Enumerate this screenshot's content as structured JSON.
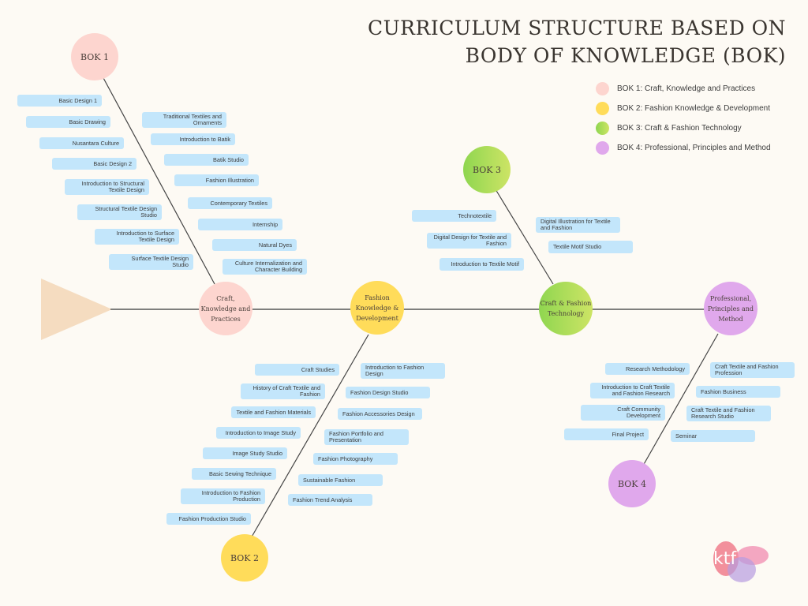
{
  "title": {
    "line1": "CURRICULUM STRUCTURE BASED ON",
    "line2": "BODY OF KNOWLEDGE (BOK)"
  },
  "legend": [
    {
      "label": "BOK 1: Craft, Knowledge and Practices",
      "color": "#fdd5cf"
    },
    {
      "label": "BOK 2: Fashion Knowledge & Development",
      "color": "#ffdc5a"
    },
    {
      "label": "BOK 3: Craft & Fashion Technology",
      "color": "#a8dc58"
    },
    {
      "label": "BOK 4: Professional, Principles and Method",
      "color": "#e0a8ec"
    }
  ],
  "nodes": {
    "craft": "Craft, Knowledge and Practices",
    "fashion": "Fashion Knowledge & Development",
    "tech": "Craft & Fashion Technology",
    "prof": "Professional, Principles and Method"
  },
  "boks": {
    "bok1": "BOK 1",
    "bok2": "BOK 2",
    "bok3": "BOK 3",
    "bok4": "BOK 4"
  },
  "bok1": {
    "left": [
      "Basic Design 1",
      "Basic Drawing",
      "Nusantara Culture",
      "Basic Design 2",
      "Introduction to Structural Textile Design",
      "Structural Textile Design Studio",
      "Introduction to Surface Textile Design",
      "Surface Textile Design Studio"
    ],
    "right": [
      "Traditional Textiles and Ornaments",
      "Introduction to Batik",
      "Batik Studio",
      "Fashion Illustration",
      "Contemporary Textiles",
      "Internship",
      "Natural Dyes",
      "Culture Internalization and Character Building"
    ]
  },
  "bok2": {
    "left": [
      "Craft Studies",
      "History of Craft Textile and Fashion",
      "Textile and Fashion Materials",
      "Introduction to Image Study",
      "Image Study Studio",
      "Basic Sewing Technique",
      "Introduction to Fashion Production",
      "Fashion Production Studio"
    ],
    "right": [
      "Introduction to Fashion Design",
      "Fashion Design Studio",
      "Fashion Accessories Design",
      "Fashion Portfolio and Presentation",
      "Fashion Photography",
      "Sustainable Fashion",
      "Fashion Trend Analysis"
    ]
  },
  "bok3": {
    "left": [
      "Technotextile",
      "Digital Design for Textile and Fashion",
      "Introduction to Textile Motif"
    ],
    "right": [
      "Digital Illustration for Textile and Fashion",
      "Textile Motif Studio"
    ]
  },
  "bok4": {
    "left": [
      "Research Methodology",
      "Introduction to Craft Textile and Fashion Research",
      "Craft Community Development",
      "Final Project"
    ],
    "right": [
      "Craft Textile and Fashion Profession",
      "Fashion Business",
      "Craft Textile and Fashion Research Studio",
      "Seminar"
    ]
  },
  "logo": "ktf"
}
